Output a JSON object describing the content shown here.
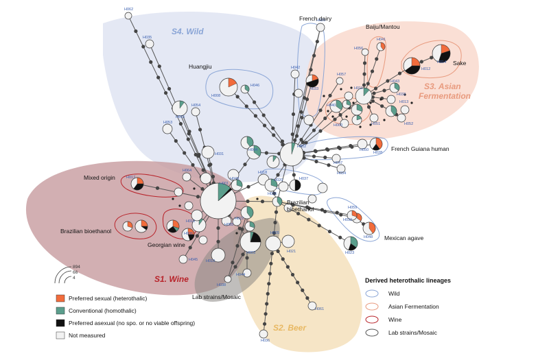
{
  "regions": [
    {
      "id": "S4",
      "label": "S4. Wild",
      "color": "#8aa5d6"
    },
    {
      "id": "S3",
      "label": "S3. Asian",
      "label2": "Fermentation",
      "color": "#e89a7e"
    },
    {
      "id": "S1",
      "label": "S1. Wine",
      "color": "#b8232a"
    },
    {
      "id": "S2",
      "label": "S2. Beer",
      "color": "#e8b862"
    }
  ],
  "annotations": {
    "french_dairy": "French dairy",
    "baiju": "Baiju/Mantou",
    "sake": "Sake",
    "huangjiu": "Huangjiu",
    "french_guiana": "French Guiana human",
    "mixed_origin": "Mixed origin",
    "brazilian_bioethanol": "Brazilian bioethanol",
    "brazilian_bioethanol_2a": "Brazilian",
    "brazilian_bioethanol_2b": "bioethanol",
    "georgian_wine": "Georgian wine",
    "mexican_agave": "Mexican agave",
    "lab_strains": "Lab strains/Mosaic"
  },
  "haplotypes": {
    "H001": "H001",
    "H002": "H002",
    "H003": "H003",
    "H004": "H004",
    "H005": "H005",
    "H006": "H006",
    "H008": "H008",
    "H010": "H010",
    "H011": "H011",
    "H012": "H012",
    "H013": "H013",
    "H014": "H014",
    "H015": "H015",
    "H016": "H016",
    "H017": "H017",
    "H018": "H018",
    "H020": "H020",
    "H021": "H021",
    "H022": "H022",
    "H023": "H023",
    "H026": "H026",
    "H028": "H028",
    "H029": "H029",
    "H031": "H031",
    "H032": "H032",
    "H033": "H033",
    "H034": "H034",
    "H035": "H035",
    "H036": "H036",
    "H037": "H037",
    "H038": "H038",
    "H039": "H039",
    "H040": "H040",
    "H041": "H041",
    "H042": "H042",
    "H043": "H043",
    "H044": "H044",
    "H045": "H045",
    "H046": "H046",
    "H047": "H047",
    "H048": "H048",
    "H049": "H049",
    "H050": "H050",
    "H051": "H051",
    "H052": "H052",
    "H053": "H053",
    "H054": "H054",
    "H055": "H055",
    "H056": "H056",
    "H057": "H057",
    "H059": "H059",
    "H060": "H060",
    "H061": "H061",
    "H062": "H062",
    "H064": "H064"
  },
  "legend_size": {
    "values": [
      "894",
      "66",
      "4"
    ]
  },
  "legend_colors": {
    "items": [
      {
        "label": "Preferred sexual (heterothalic)",
        "color": "#f26c3c"
      },
      {
        "label": "Conventional (homothalic)",
        "color": "#5b9e8c"
      },
      {
        "label": "Preferred asexual (no spo. or no viable offspring)",
        "color": "#111111"
      },
      {
        "label": "Not measured",
        "color": "#f2f2f2"
      }
    ]
  },
  "legend_lineages": {
    "title": "Derived heterothalic lineages",
    "items": [
      {
        "label": "Wild",
        "color": "#8aa5d6"
      },
      {
        "label": "Asian Fermentation",
        "color": "#e89a7e"
      },
      {
        "label": "Wine",
        "color": "#b8232a"
      },
      {
        "label": "Lab strains/Mosaic",
        "color": "#555555"
      }
    ]
  },
  "colors": {
    "sexual": "#f26c3c",
    "homothallic": "#5b9e8c",
    "asexual": "#111111",
    "unmeasured": "#f2f2f2",
    "hid": "#3a5fb0",
    "edge": "#555555",
    "inter": "#444444"
  }
}
